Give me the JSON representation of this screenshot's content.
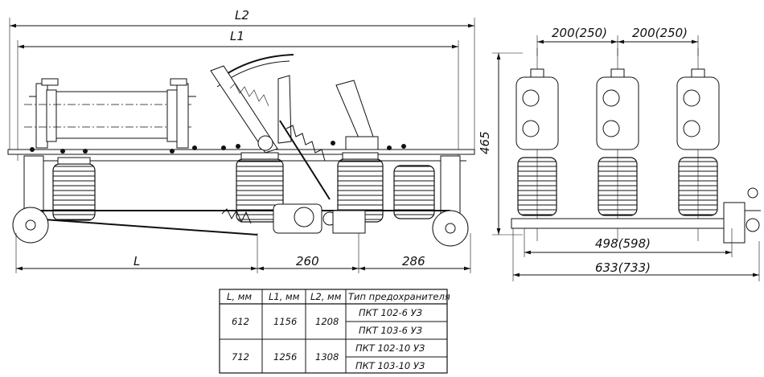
{
  "dimensions": {
    "L2": "L2",
    "L1": "L1",
    "L": "L",
    "d260": "260",
    "d286": "286",
    "spacing_a": "200(250)",
    "spacing_b": "200(250)",
    "height": "465",
    "d498": "498(598)",
    "d633": "633(733)"
  },
  "table": {
    "headers": [
      "L, мм",
      "L1, мм",
      "L2, мм",
      "Тип предохранителя"
    ],
    "rows": [
      {
        "L": "612",
        "L1": "1156",
        "L2": "1208",
        "types": [
          "ПКТ 102-6 УЗ",
          "ПКТ 103-6 УЗ"
        ]
      },
      {
        "L": "712",
        "L1": "1256",
        "L2": "1308",
        "types": [
          "ПКТ 102-10 УЗ",
          "ПКТ 103-10 УЗ"
        ]
      }
    ]
  }
}
